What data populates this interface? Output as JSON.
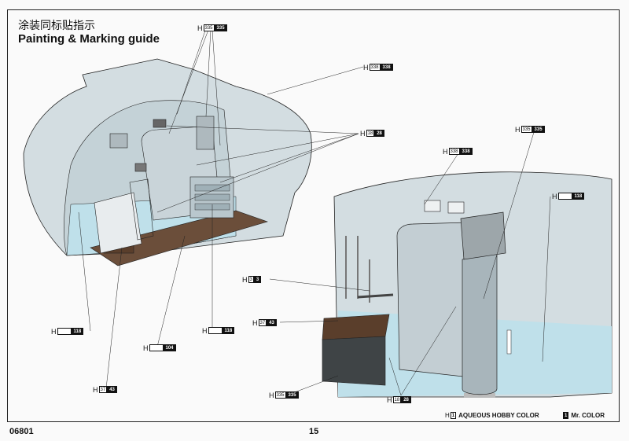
{
  "header": {
    "title_cn": "涂装同标贴指示",
    "title_en": "Painting & Marking guide"
  },
  "callouts": {
    "c1": {
      "h": "H",
      "aqueous": "335",
      "mr": "335"
    },
    "c2": {
      "h": "H",
      "aqueous": "338",
      "mr": "338"
    },
    "c3": {
      "h": "H",
      "aqueous": "18",
      "mr": "28"
    },
    "c4": {
      "h": "H",
      "aqueous": "335",
      "mr": "335"
    },
    "c5": {
      "h": "H",
      "aqueous": "338",
      "mr": "338"
    },
    "c6": {
      "h": "H",
      "aqueous": "",
      "mr": "118"
    },
    "c7": {
      "h": "H",
      "aqueous": "3",
      "mr": "3"
    },
    "c8": {
      "h": "H",
      "aqueous": "37",
      "mr": "43"
    },
    "c9": {
      "h": "H",
      "aqueous": "",
      "mr": "118"
    },
    "c10": {
      "h": "H",
      "aqueous": "",
      "mr": "104"
    },
    "c11": {
      "h": "H",
      "aqueous": "",
      "mr": "118"
    },
    "c12": {
      "h": "H",
      "aqueous": "37",
      "mr": "43"
    },
    "c13": {
      "h": "H",
      "aqueous": "335",
      "mr": "335"
    },
    "c14": {
      "h": "H",
      "aqueous": "18",
      "mr": "28"
    }
  },
  "legend": {
    "aqueous_h": "H",
    "aqueous_box": "1",
    "aqueous_label": "AQUEOUS HOBBY COLOR",
    "mr_box": "1",
    "mr_label": "Mr. COLOR"
  },
  "footer": {
    "product_code": "06801",
    "page_number": "15"
  },
  "colors": {
    "wall_light": "#d3dde1",
    "wall_lower_blue": "#bfe0ea",
    "floor_wood": "#6b4e3a",
    "cabinet_dark": "#3f4446",
    "line": "#222222"
  }
}
